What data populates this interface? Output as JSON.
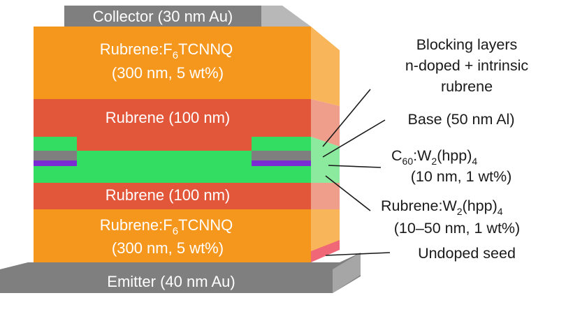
{
  "collector": {
    "label": "Collector (30 nm Au)"
  },
  "emitter": {
    "label": "Emitter (40 nm Au)"
  },
  "layers": {
    "top_doped": {
      "name_main": "Rubrene:F",
      "name_sub": "6",
      "name_tail": "TCNNQ",
      "spec": "(300 nm, 5 wt%)"
    },
    "upper_rubrene": {
      "label": "Rubrene (100 nm)"
    },
    "lower_rubrene": {
      "label": "Rubrene (100 nm)"
    },
    "bottom_doped": {
      "name_main": "Rubrene:F",
      "name_sub": "6",
      "name_tail": "TCNNQ",
      "spec": "(300 nm, 5 wt%)"
    }
  },
  "callouts": {
    "blocking": {
      "line1": "Blocking layers",
      "line2": "n-doped + intrinsic",
      "line3": "rubrene"
    },
    "base": {
      "label": "Base (50 nm Al)"
    },
    "c60": {
      "a": "C",
      "a_sub": "60",
      "b": ":W",
      "b_sub": "2",
      "c": "(hpp)",
      "c_sub": "4",
      "spec": "(10 nm, 1 wt%)"
    },
    "rubrene_w2": {
      "a": "Rubrene:W",
      "a_sub": "2",
      "b": "(hpp)",
      "b_sub": "4",
      "spec": "(10–50 nm, 1 wt%)"
    },
    "seed": {
      "label": "Undoped seed"
    }
  },
  "colors": {
    "orange": "#F5961D",
    "red": "#E2563A",
    "green": "#33DD62",
    "purple": "#7A2BD1",
    "gray": "#7F7F7F",
    "seed_pink": "#F06878"
  }
}
